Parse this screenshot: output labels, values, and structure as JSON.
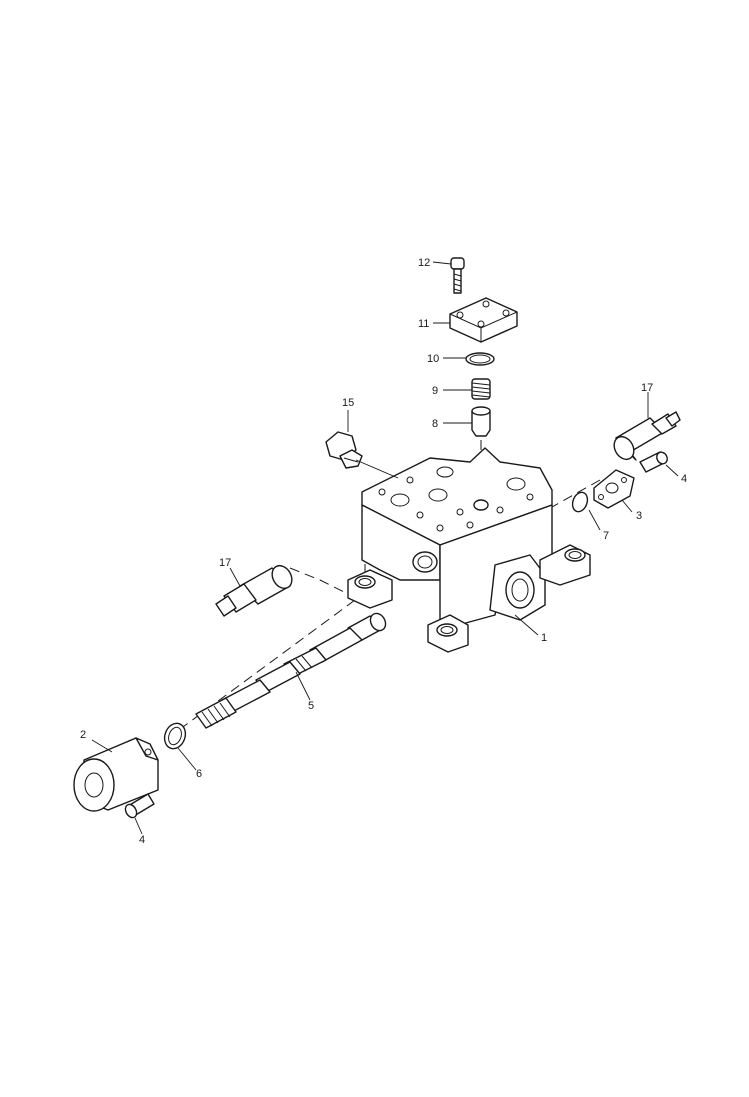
{
  "diagram": {
    "callouts": {
      "c1": "1",
      "c2": "2",
      "c3": "3",
      "c4a": "4",
      "c4b": "4",
      "c5": "5",
      "c6": "6",
      "c7": "7",
      "c8": "8",
      "c9": "9",
      "c10": "10",
      "c11": "11",
      "c12": "12",
      "c15": "15",
      "c17a": "17",
      "c17b": "17"
    }
  }
}
